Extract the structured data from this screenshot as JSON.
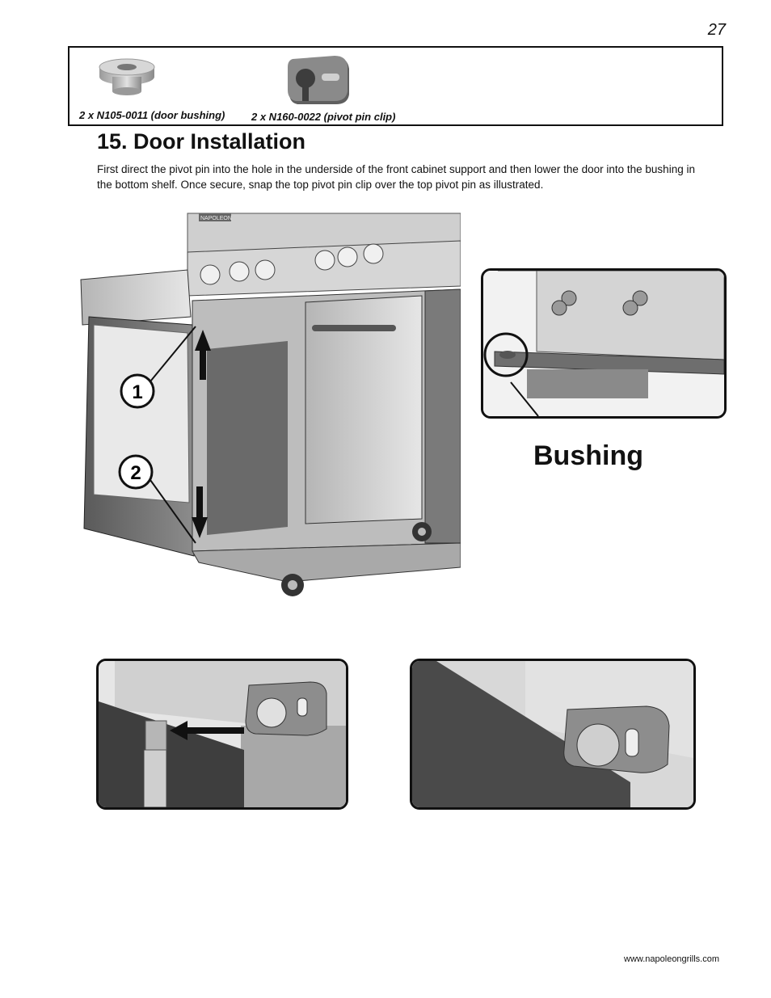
{
  "page": {
    "number": "27",
    "url": "www.napoleongrills.com"
  },
  "parts": [
    {
      "caption": "2 x N105-0011 (door bushing)",
      "icon": "door-bushing-icon"
    },
    {
      "caption": "2 x N160-0022 (pivot pin clip)",
      "icon": "pivot-pin-clip-icon"
    }
  ],
  "section": {
    "title": "15.  Door Installation",
    "text": "First direct the pivot pin into the hole in the underside of the front cabinet support and then lower the door into the bushing in the bottom shelf.  Once secure, snap the top pivot pin clip over the top pivot pin as illustrated."
  },
  "figure": {
    "callouts": [
      "1",
      "2"
    ],
    "bushing_label": "Bushing",
    "grill_brand_mark": "NAPOLEON"
  },
  "colors": {
    "ink": "#111111",
    "metal_light": "#d9d9d9",
    "metal_dark": "#6e6e6e"
  }
}
